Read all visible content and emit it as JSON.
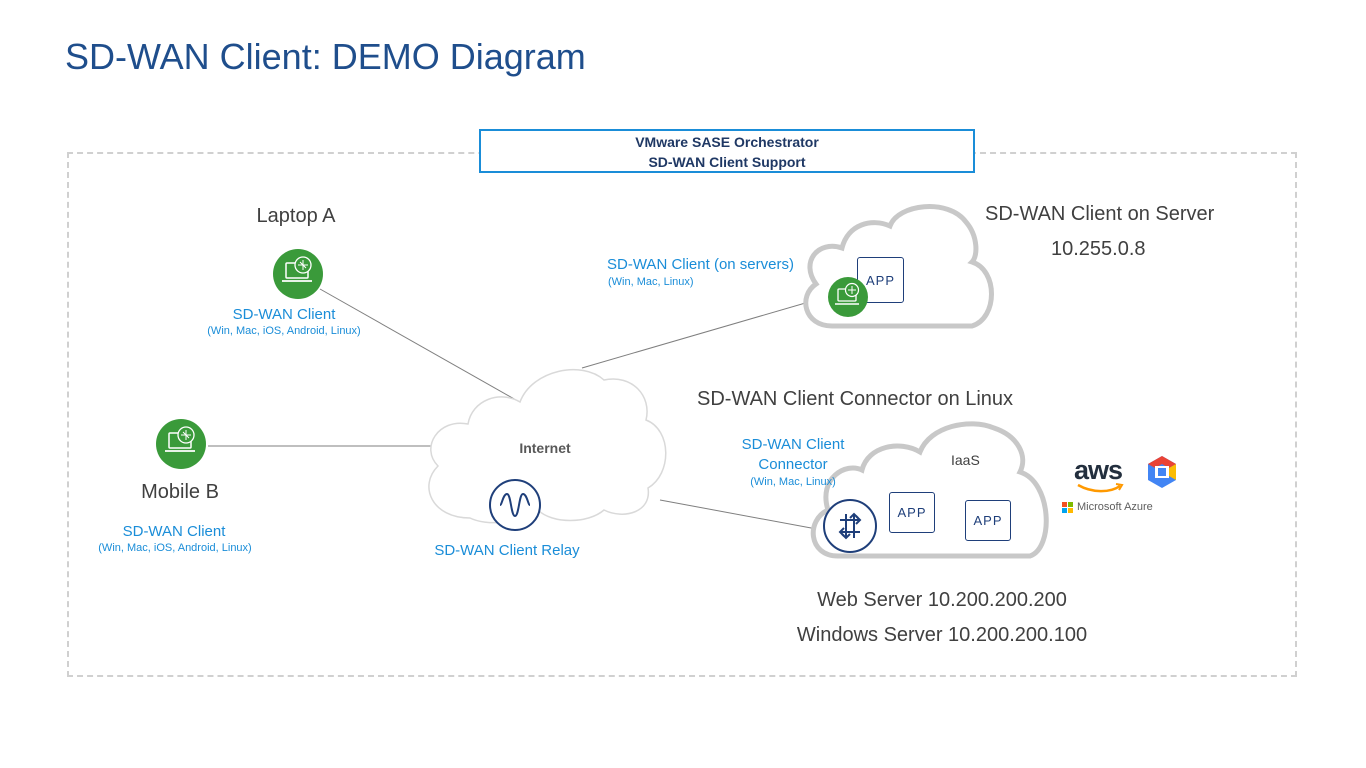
{
  "title": "SD-WAN Client: DEMO Diagram",
  "orchestrator": {
    "line1": "VMware SASE Orchestrator",
    "line2": "SD-WAN Client Support"
  },
  "laptop_a": {
    "name": "Laptop A",
    "client_label": "SD-WAN Client",
    "platforms": "(Win, Mac, iOS, Android, Linux)",
    "icon": "laptop-icon"
  },
  "mobile_b": {
    "name": "Mobile B",
    "client_label": "SD-WAN Client",
    "platforms": "(Win, Mac, iOS, Android, Linux)",
    "icon": "laptop-icon"
  },
  "internet": {
    "label": "Internet",
    "relay_label": "SD-WAN Client Relay",
    "relay_icon": "relay-wave-icon"
  },
  "server_cloud": {
    "heading": "SD-WAN Client on Server",
    "ip": "10.255.0.8",
    "client_label": "SD-WAN Client (on servers)",
    "platforms": "(Win, Mac, Linux)",
    "app_label": "APP"
  },
  "linux_cloud": {
    "heading": "SD-WAN Client Connector on Linux",
    "connector_line1": "SD-WAN Client",
    "connector_line2": "Connector",
    "platforms": "(Win, Mac, Linux)",
    "iaas_label": "IaaS",
    "app1_label": "APP",
    "app2_label": "APP",
    "router_icon": "router-arrows-icon",
    "web_server": "Web Server 10.200.200.200",
    "windows_server": "Windows Server 10.200.200.100"
  },
  "providers": {
    "aws": "aws",
    "azure": "Microsoft Azure",
    "gcp_icon": "google-cloud-icon"
  },
  "colors": {
    "title": "#1f4e8c",
    "accent_blue": "#1a8dd8",
    "green": "#3a9a3a",
    "navy": "#1f3f7a"
  }
}
